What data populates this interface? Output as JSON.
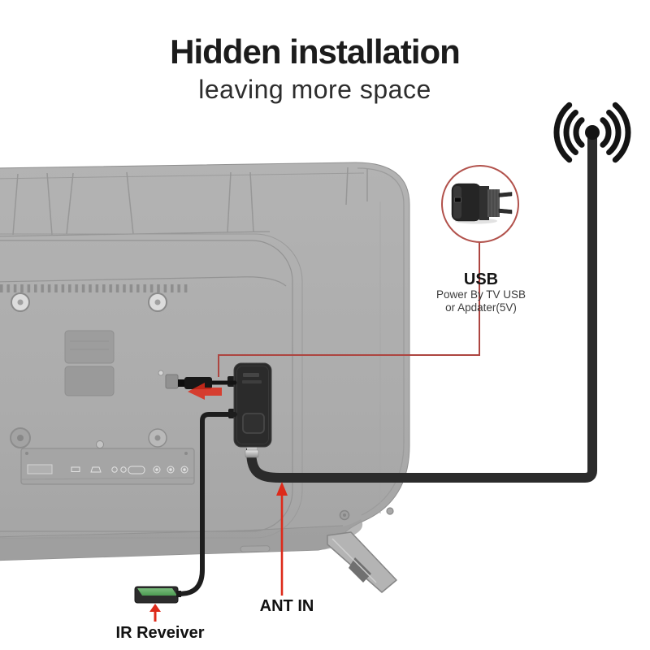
{
  "title": {
    "heading": "Hidden installation",
    "subheading": "leaving more space"
  },
  "callouts": {
    "usb": {
      "label": "USB",
      "desc_line1": "Power By TV USB",
      "desc_line2": "or Apdater(5V)"
    },
    "ant_in": {
      "label": "ANT IN"
    },
    "ir_receiver": {
      "label": "IR Reveiver"
    }
  },
  "icons": {
    "antenna": "antenna-signal-icon",
    "usb_adapter": "usb-power-adapter-illustration",
    "arrows": "red-direction-arrow"
  },
  "colors": {
    "callout_line_red": "#ad4540",
    "arrow_red": "#dd2a1a",
    "tv_body_gray": "#adadad",
    "device_black": "#2b2b2b",
    "ir_receiver_green": "#5aa85e",
    "cable_black": "#2b2b2b",
    "heading_text": "#1c1c1c"
  }
}
